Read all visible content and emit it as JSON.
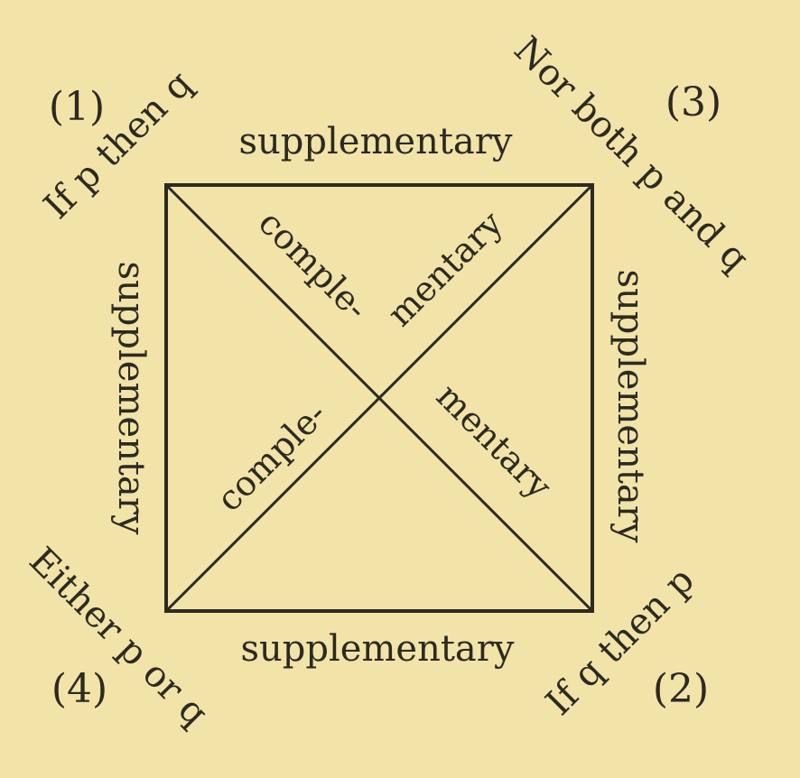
{
  "background": "#f2e3a8",
  "ink": "#2b2a22",
  "corners": {
    "top_left": {
      "number": "(1)",
      "proposition": "If p then q"
    },
    "top_right": {
      "number": "(3)",
      "proposition": "Nor both p and q"
    },
    "bottom_right": {
      "number": "(2)",
      "proposition": "If q then p"
    },
    "bottom_left": {
      "number": "(4)",
      "proposition": "Either p or q"
    }
  },
  "edges": {
    "top": "supplementary",
    "bottom": "supplementary",
    "left": "supplementary",
    "right": "supplementary"
  },
  "diagonals": {
    "upper_left": "comple-",
    "upper_right": "mentary",
    "lower_left": "comple-",
    "lower_right": "mentary"
  }
}
